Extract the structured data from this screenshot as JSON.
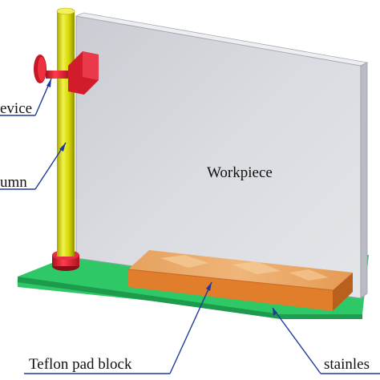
{
  "labels": {
    "device": "evice",
    "column": "umn",
    "workpiece": "Workpiece",
    "teflon": "Teflon pad block",
    "stainless": "stainles"
  },
  "colors": {
    "plate_top": "#27c25e",
    "plate_edge": "#1a8a44",
    "workpiece": "#d7d9de",
    "column": "#e0e000",
    "teflon": "#e38a3c",
    "clamp": "#d61a2b",
    "leader": "#1f3a9a"
  }
}
